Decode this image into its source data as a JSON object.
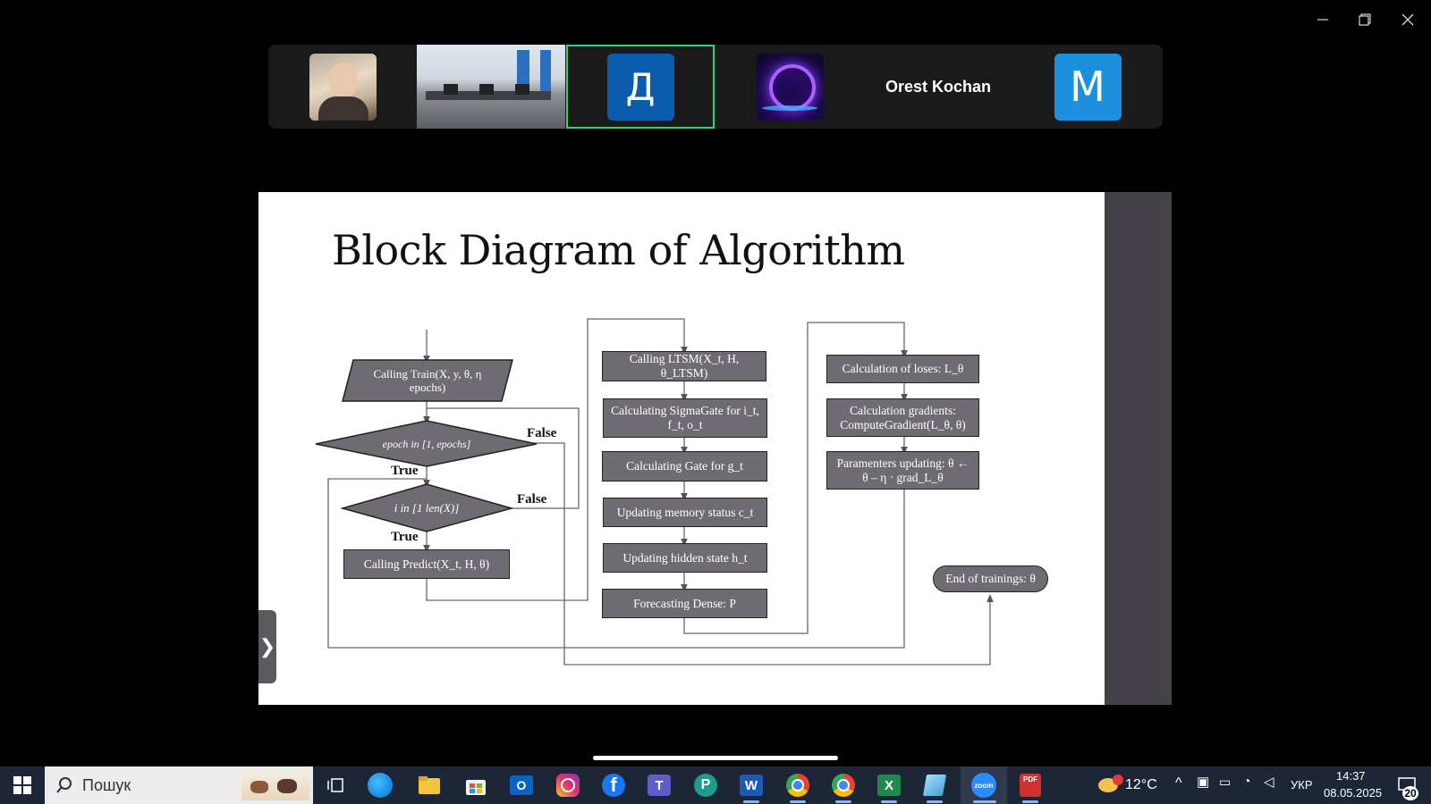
{
  "meeting": {
    "participants": [
      {
        "name": "",
        "kind": "photo"
      },
      {
        "name": "",
        "kind": "room-camera"
      },
      {
        "name": "",
        "kind": "letter",
        "letter": "Д",
        "color": "#0b5cad",
        "active": true
      },
      {
        "name": "",
        "kind": "neon-avatar"
      },
      {
        "name": "Orest Kochan",
        "kind": "name"
      },
      {
        "name": "",
        "kind": "letter",
        "letter": "M",
        "color": "#1c8fde"
      }
    ],
    "more_label": "•••",
    "side_handle": "❯"
  },
  "slide": {
    "title": "Block Diagram of Algorithm",
    "nodes": {
      "start": "Calling Train(X, y, θ, η epochs)",
      "cond_epoch": "epoch in [1, epochs]",
      "cond_i": "i in [1 len(X)]",
      "predict": "Calling Predict(X_t, H, θ)",
      "ltsm": "Calling LTSM(X_t, H, θ_LTSM)",
      "sigma": "Calculating SigmaGate for i_t, f_t, o_t",
      "gate": "Calculating Gate for g_t",
      "memory": "Updating memory status c_t",
      "hidden": "Updating hidden state h_t",
      "dense": "Forecasting Dense: P",
      "loss": "Calculation of loses: L_θ",
      "gradients": "Calculation gradients: ComputeGradient(L_θ, θ)",
      "update": "Paramenters updating: θ ← θ – η · grad_L_θ",
      "end": "End of trainings: θ"
    },
    "labels": {
      "false1": "False",
      "true1": "True",
      "false2": "False",
      "true2": "True"
    },
    "colors": {
      "box": "#6f6b73",
      "stroke": "#222222"
    }
  },
  "taskbar": {
    "search_placeholder": "Пошук",
    "weather": "12°C",
    "language": "УКР",
    "time": "14:37",
    "date": "08.05.2025",
    "notifications": "20",
    "apps": [
      "start-icon",
      "task-view-icon",
      "edge-icon",
      "file-explorer-icon",
      "store-icon",
      "outlook-icon",
      "instagram-icon",
      "facebook-icon",
      "teams-icon",
      "picsart-icon",
      "word-icon",
      "chrome-icon",
      "chrome-profile-icon",
      "excel-icon",
      "notepad-icon",
      "zoom-icon",
      "pdf-icon"
    ]
  }
}
